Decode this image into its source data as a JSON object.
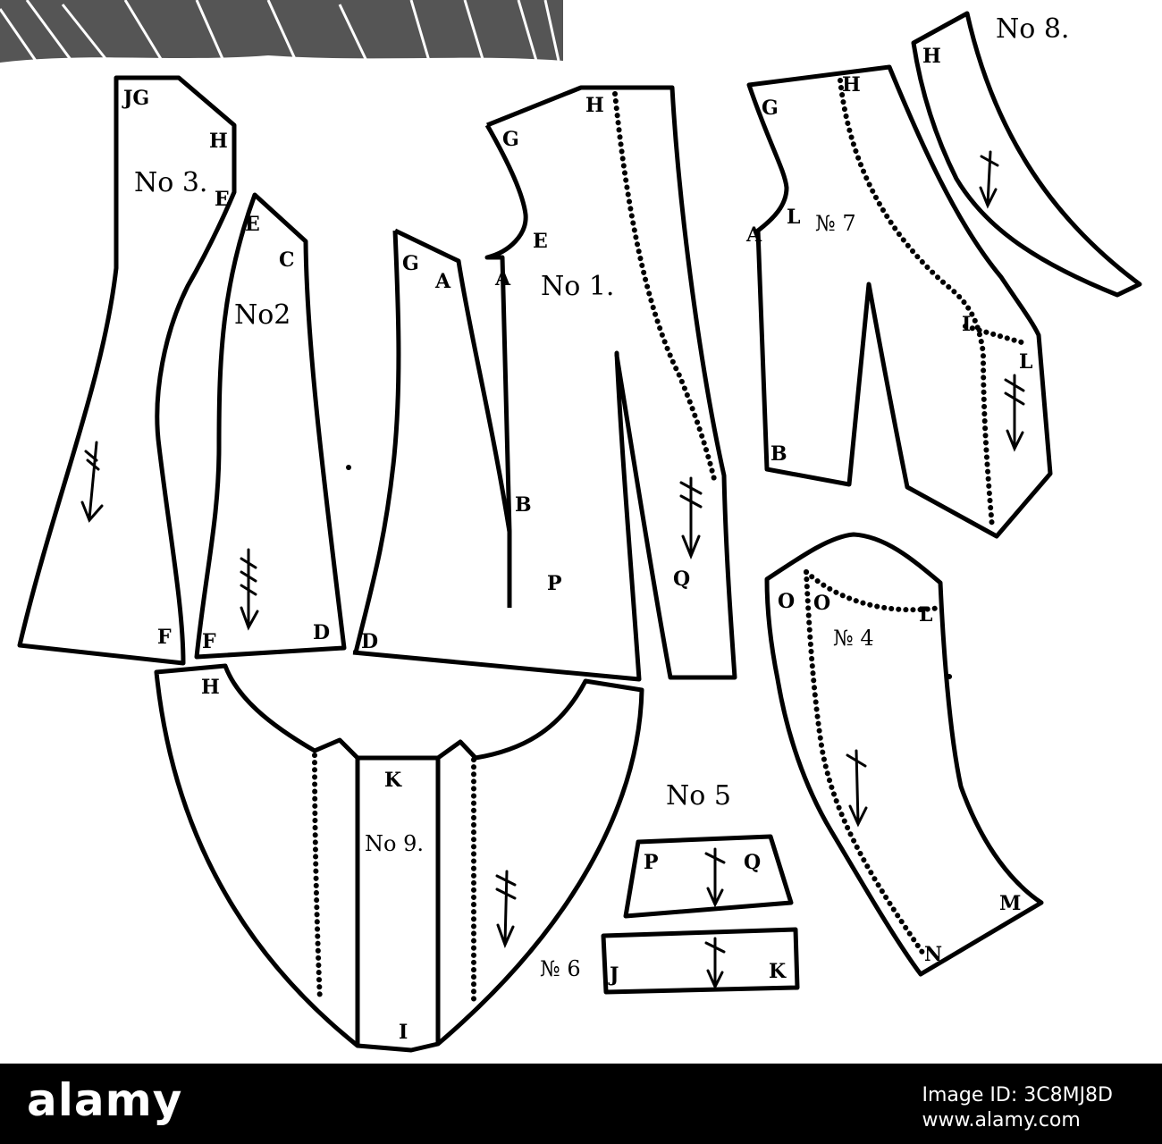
{
  "pieces": {
    "p1": {
      "title": "No 1.",
      "letters": [
        "H",
        "G",
        "E",
        "A",
        "B",
        "P",
        "Q"
      ]
    },
    "p2": {
      "title": "No2",
      "letters": [
        "E",
        "C",
        "F",
        "D"
      ]
    },
    "p3": {
      "title": "No 3.",
      "letters": [
        "JG",
        "H",
        "E",
        "F"
      ]
    },
    "p4": {
      "title": "№ 4",
      "letters": [
        "O",
        "O",
        "L",
        "M",
        "N"
      ]
    },
    "p5": {
      "title": "No 5",
      "letters": [
        "P",
        "Q"
      ]
    },
    "p6": {
      "title": "№ 6",
      "letters": [
        "J",
        "K"
      ]
    },
    "p7": {
      "title": "№ 7",
      "letters": [
        "G",
        "H",
        "L",
        "A",
        "B",
        "I",
        "L"
      ]
    },
    "p8": {
      "title": "No 8.",
      "letters": [
        "H"
      ]
    },
    "p9": {
      "title": "No 9.",
      "letters": [
        "H",
        "K",
        "I"
      ]
    },
    "pA": {
      "letters": [
        "G",
        "A",
        "D"
      ]
    }
  },
  "watermark": {
    "brand": "alamy",
    "image_id": "Image ID: 3C8MJ8D",
    "site": "www.alamy.com"
  },
  "colors": {
    "ink": "#000000",
    "paper": "#ffffff"
  }
}
